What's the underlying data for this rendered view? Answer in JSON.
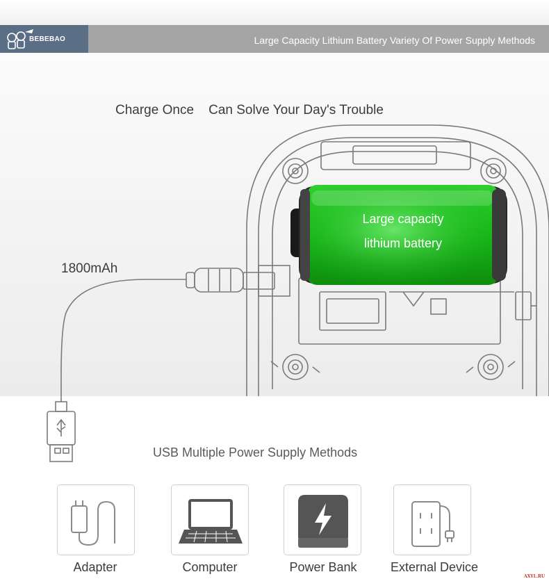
{
  "brand": {
    "name": "BEBEBAO"
  },
  "banner": {
    "text": "Large Capacity Lithium Battery  Variety Of Power Supply Methods"
  },
  "headline": "Charge Once    Can Solve Your Day's Trouble",
  "capacity_label": "1800mAh",
  "battery": {
    "line1": "Large capacity",
    "line2": "lithium battery"
  },
  "section_title": "USB Multiple Power Supply Methods",
  "methods": [
    {
      "label": "Adapter",
      "icon": "adapter-icon"
    },
    {
      "label": "Computer",
      "icon": "laptop-icon"
    },
    {
      "label": "Power Bank",
      "icon": "power-bank-icon"
    },
    {
      "label": "External Device",
      "icon": "power-strip-icon"
    }
  ],
  "watermark": "AXYL.RU",
  "colors": {
    "banner": "#a5a5a5",
    "logo_bg": "#5a6f85",
    "battery_green": "#1ec01e",
    "line_art": "#7a7a7a"
  }
}
